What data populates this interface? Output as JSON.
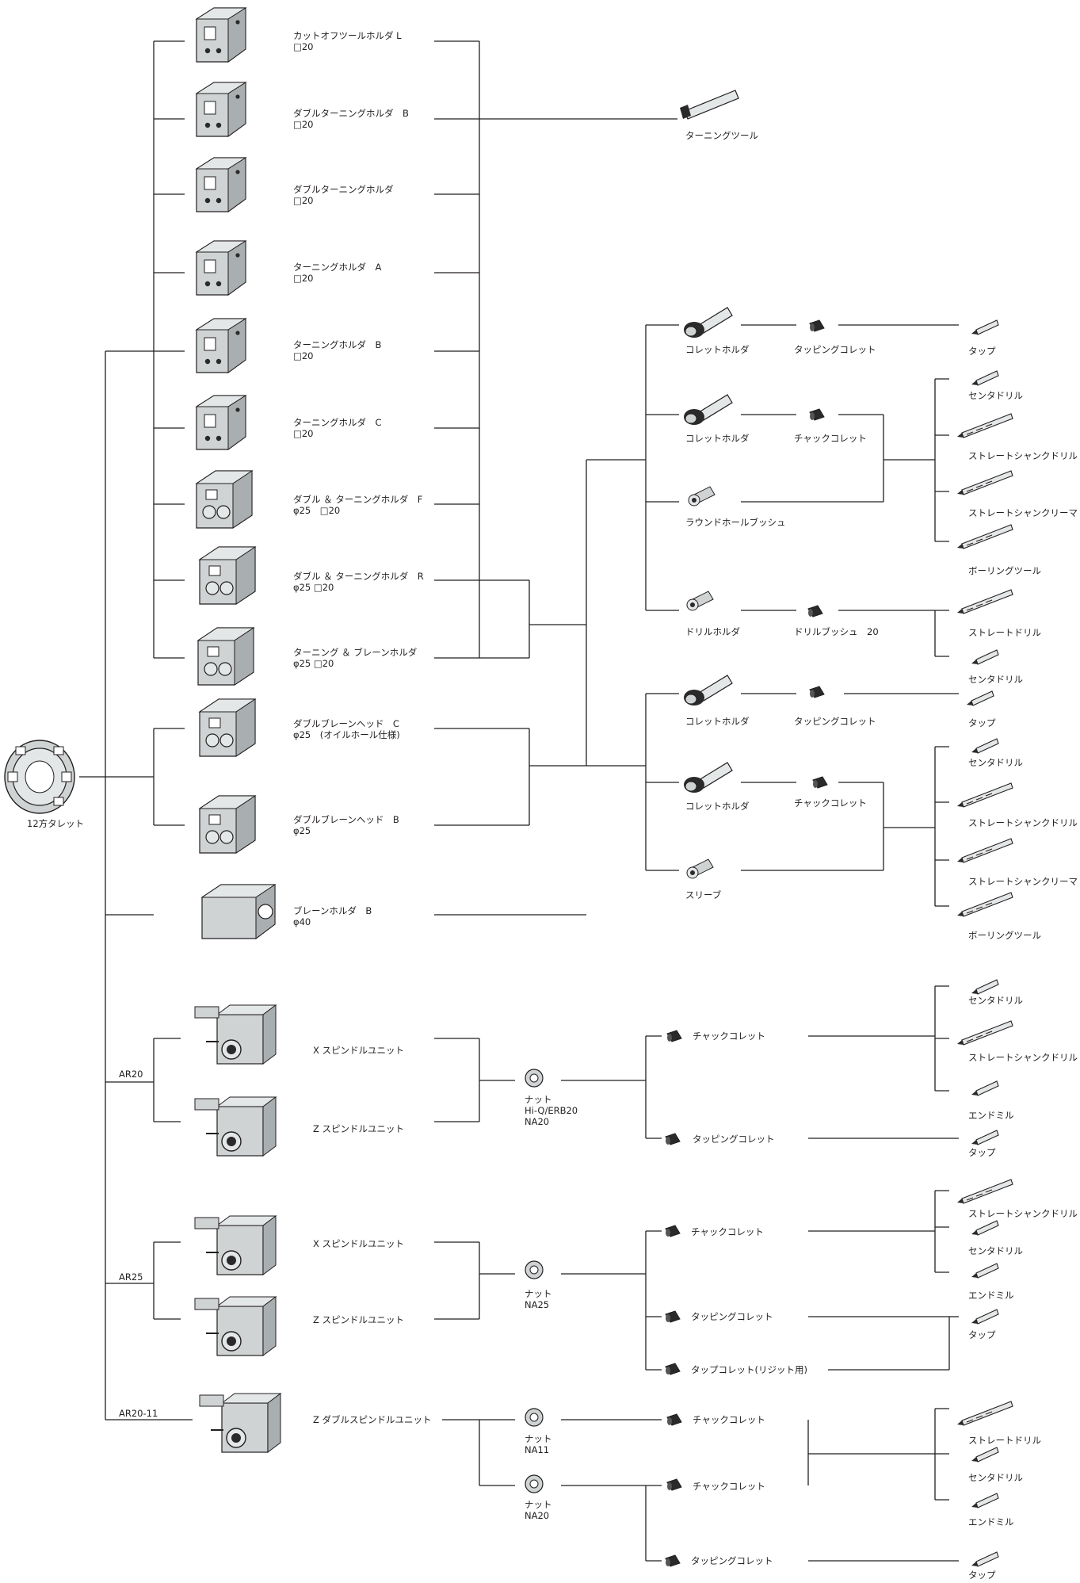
{
  "colors": {
    "line": "#231f20",
    "part_fill": "#cfd3d4",
    "part_shade": "#a9aeb0",
    "part_dark": "#2a2a2a"
  },
  "root": {
    "label": "12方タレット",
    "icon": "turret-icon"
  },
  "holders": [
    {
      "line1": "カットオフツールホルダ L",
      "line2": "□20",
      "icon": "cutoff-holder-icon"
    },
    {
      "line1": "ダブルターニングホルダ　B",
      "line2": "□20",
      "icon": "double-turning-holder-icon"
    },
    {
      "line1": "ダブルターニングホルダ",
      "line2": "□20",
      "icon": "double-turning-holder-icon"
    },
    {
      "line1": "ターニングホルダ　A",
      "line2": "□20",
      "icon": "turning-holder-icon"
    },
    {
      "line1": "ターニングホルダ　B",
      "line2": "□20",
      "icon": "turning-holder-icon"
    },
    {
      "line1": "ターニングホルダ　C",
      "line2": "□20",
      "icon": "turning-holder-icon"
    },
    {
      "line1": "ダブル ＆ ターニングホルダ　F",
      "line2": "φ25　□20",
      "icon": "double-boring-holder-icon"
    },
    {
      "line1": "ダブル ＆ ターニングホルダ　R",
      "line2": "φ25 □20",
      "icon": "double-boring-holder-icon"
    },
    {
      "line1": "ターニング ＆ ブレーンホルダ",
      "line2": "φ25 □20",
      "icon": "boring-holder-icon"
    },
    {
      "line1": "ダブルブレーンヘッド　C",
      "line2": "φ25　(オイルホール仕様)",
      "icon": "boring-head-icon"
    },
    {
      "line1": "ダブルブレーンヘッド　B",
      "line2": "φ25",
      "icon": "boring-head-icon"
    },
    {
      "line1": "ブレーンホルダ　B",
      "line2": "φ40",
      "icon": "boring-block-icon"
    }
  ],
  "turning_tool": {
    "label": "ターニングツール",
    "icon": "turning-tool-icon"
  },
  "upper_tree": {
    "collet_holder_1": "コレットホルダ",
    "tapping_collet_1": "タッピングコレット",
    "tap_1": "タップ",
    "collet_holder_2": "コレットホルダ",
    "chuck_collet_1": "チャックコレット",
    "round_bush": "ラウンドホールブッシュ",
    "center_drill_1": "センタドリル",
    "straight_drill_1": "ストレートシャンクドリル",
    "straight_reamer_1": "ストレートシャンクリーマ",
    "boring_tool_1": "ボーリングツール",
    "drill_holder": "ドリルホルダ",
    "drill_bush": "ドリルブッシュ　20",
    "straight_drill_plain": "ストレートドリル",
    "center_drill_2": "センタドリル"
  },
  "lower_tree": {
    "collet_holder_3": "コレットホルダ",
    "tapping_collet_2": "タッピングコレット",
    "tap_2": "タップ",
    "collet_holder_4": "コレットホルダ",
    "chuck_collet_2": "チャックコレット",
    "sleeve": "スリーブ",
    "center_drill_3": "センタドリル",
    "straight_drill_3": "ストレートシャンクドリル",
    "straight_reamer_3": "ストレートシャンクリーマ",
    "boring_tool_3": "ボーリングツール"
  },
  "ar20": {
    "group": "AR20",
    "x_unit": "X スピンドルユニット",
    "z_unit": "Z スピンドルユニット",
    "nut": [
      "ナット",
      "Hi-Q/ERB20",
      "NA20"
    ],
    "chuck_collet": "チャックコレット",
    "tapping_collet": "タッピングコレット",
    "center_drill": "センタドリル",
    "straight_drill": "ストレートシャンクドリル",
    "end_mill": "エンドミル",
    "tap": "タップ"
  },
  "ar25": {
    "group": "AR25",
    "x_unit": "X スピンドルユニット",
    "z_unit": "Z スピンドルユニット",
    "nut": [
      "ナット",
      "NA25"
    ],
    "chuck_collet": "チャックコレット",
    "tapping_collet": "タッピングコレット",
    "tap_collet_rigid": "タップコレット(リジット用)",
    "straight_drill": "ストレートシャンクドリル",
    "center_drill": "センタドリル",
    "end_mill": "エンドミル",
    "tap": "タップ"
  },
  "ar2011": {
    "group": "AR20-11",
    "z_double": "Z ダブルスピンドルユニット",
    "nut_a": [
      "ナット",
      "NA11"
    ],
    "nut_b": [
      "ナット",
      "NA20"
    ],
    "chuck_collet_a": "チャックコレット",
    "chuck_collet_b": "チャックコレット",
    "tapping_collet": "タッピングコレット",
    "straight_drill": "ストレートドリル",
    "center_drill": "センタドリル",
    "end_mill": "エンドミル",
    "tap": "タップ"
  }
}
